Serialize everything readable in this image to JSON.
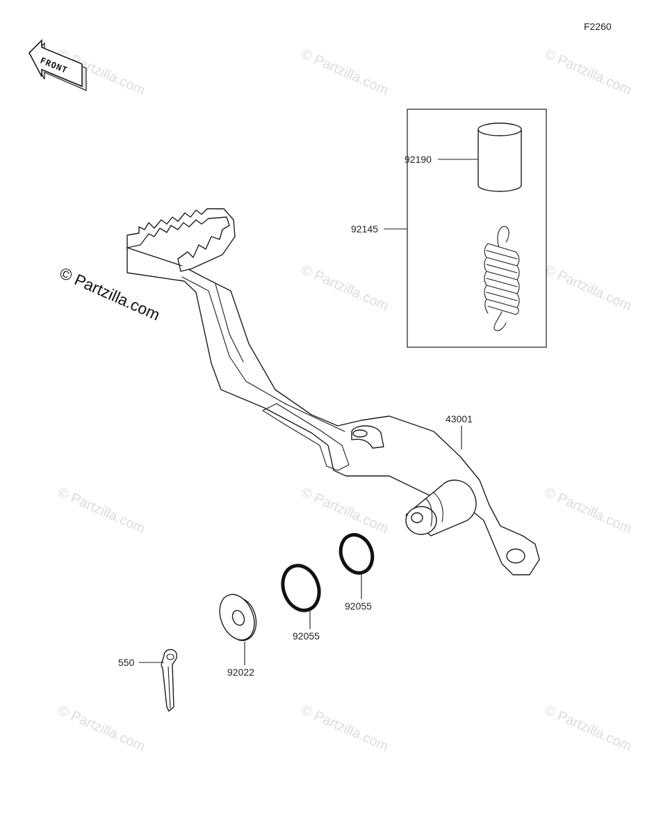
{
  "diagram_code": "F2260",
  "front_label": "FRONT",
  "watermark_text": "© Partzilla.com",
  "watermark_main": "© Partzilla.com",
  "parts": {
    "pedal": "43001",
    "kit": "92145",
    "collar": "92190",
    "washer": "92022",
    "ring_a": "92055",
    "ring_b": "92055",
    "cotter_pin": "550"
  }
}
